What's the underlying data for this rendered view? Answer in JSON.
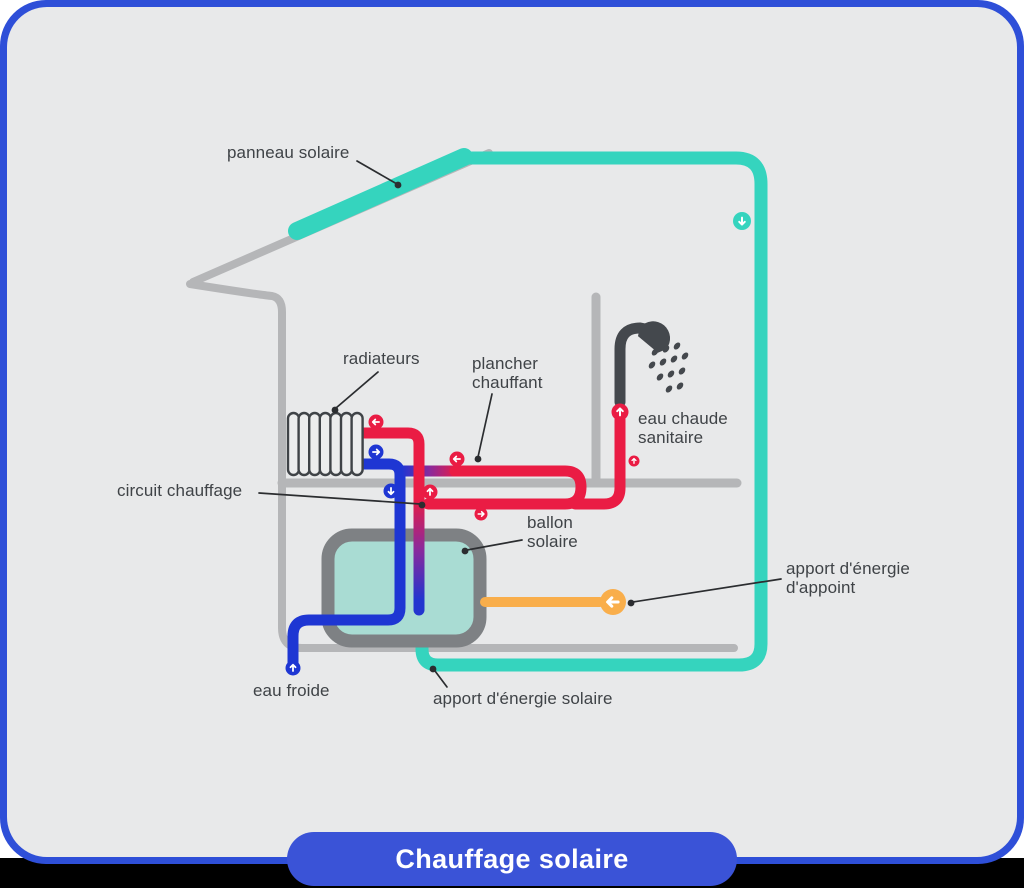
{
  "banner": {
    "title": "Chauffage solaire"
  },
  "labels": {
    "panneau_solaire": "panneau solaire",
    "radiateurs": "radiateurs",
    "plancher_chauffant": [
      "plancher",
      "chauffant"
    ],
    "circuit_chauffage": "circuit chauffage",
    "eau_chaude_sanitaire": [
      "eau chaude",
      "sanitaire"
    ],
    "ballon_solaire": [
      "ballon",
      "solaire"
    ],
    "apport_energie_appoint": [
      "apport d'énergie",
      "d'appoint"
    ],
    "eau_froide": "eau froide",
    "apport_energie_solaire": "apport d'énergie solaire"
  },
  "flow_arrows": [
    {
      "name": "solar-loop-down",
      "direction": "down",
      "color": "#35d4be"
    },
    {
      "name": "radiator-supply-in",
      "direction": "left",
      "color": "#ea1c44"
    },
    {
      "name": "radiator-return-out",
      "direction": "right",
      "color": "#1e36d3"
    },
    {
      "name": "return-to-tank",
      "direction": "down",
      "color": "#1e36d3"
    },
    {
      "name": "supply-from-tank",
      "direction": "up",
      "color": "#ea1c44"
    },
    {
      "name": "floor-supply",
      "direction": "left",
      "color": "#ea1c44"
    },
    {
      "name": "floor-return",
      "direction": "right",
      "color": "#ea1c44"
    },
    {
      "name": "hot-water-to-shower",
      "direction": "up",
      "color": "#ea1c44"
    },
    {
      "name": "hot-water-riser",
      "direction": "up",
      "color": "#ea1c44"
    },
    {
      "name": "cold-water-in",
      "direction": "up",
      "color": "#1e36d3"
    },
    {
      "name": "backup-energy-in",
      "direction": "left",
      "color": "#f9ae4b"
    }
  ],
  "colors": {
    "solar_teal": "#35d4be",
    "heating_red": "#ea1c44",
    "water_blue": "#1e36d3",
    "backup_orange": "#f9ae4b",
    "structure_gray": "#b5b6b8",
    "tank_border_gray": "#7e8184",
    "tank_fill_teal": "#a9dcd3",
    "shower_charcoal": "#44484d",
    "banner_blue": "#3a53d7",
    "frame_blue": "#2e4fd8",
    "panel_background": "#e8e9ea",
    "label_text": "#3f4347"
  }
}
